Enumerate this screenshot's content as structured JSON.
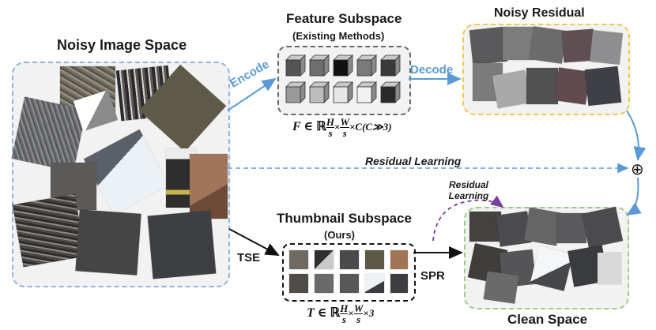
{
  "noisy_panel": {
    "title": "Noisy Image Space"
  },
  "feature_panel": {
    "title": "Feature Subspace",
    "subtitle": "(Existing Methods)"
  },
  "residual_panel": {
    "title": "Noisy Residual"
  },
  "thumbnail_panel": {
    "title": "Thumbnail Subspace",
    "subtitle": "(Ours)"
  },
  "clean_panel": {
    "title": "Clean Space"
  },
  "arrows": {
    "encode": "Encode",
    "decode": "Decode",
    "residual_learning": "Residual Learning",
    "residual_learning_small": "Residual Learning",
    "tse": "TSE",
    "spr": "SPR",
    "oplus": "⊕"
  },
  "formulas": {
    "feature": {
      "lhs": "F",
      "in": "∈",
      "space": "ℝ",
      "num1": "H",
      "den1": "s",
      "num2": "W",
      "den2": "s",
      "tail": "×C(C≫3)"
    },
    "thumbnail": {
      "lhs": "T",
      "in": "∈",
      "space": "ℝ",
      "num1": "H",
      "den1": "s",
      "num2": "W",
      "den2": "s",
      "tail": "×3"
    }
  },
  "colors": {
    "blue_dashed": "#8fb3e0",
    "yellow_dashed": "#f2c84b",
    "green_dashed": "#9ccc85",
    "arrow_blue": "#5b9bd5",
    "purple": "#7b3fa0",
    "panel_fill": "#f2f2f2"
  }
}
